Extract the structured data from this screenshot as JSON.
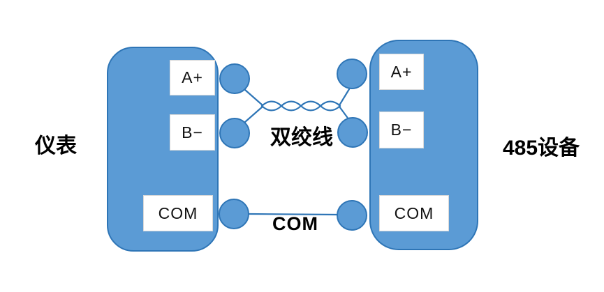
{
  "diagram": {
    "title_implicit": "RS-485 wiring diagram",
    "left_device": {
      "label": "仪表",
      "terminals": [
        {
          "label": "A+"
        },
        {
          "label": "B−"
        },
        {
          "label": "COM"
        }
      ]
    },
    "right_device": {
      "label": "485设备",
      "terminals": [
        {
          "label": "A+"
        },
        {
          "label": "B−"
        },
        {
          "label": "COM"
        }
      ]
    },
    "connections": {
      "twisted_pair_label": "双绞线",
      "com_line_label": "COM"
    },
    "colors": {
      "node_fill": "#5b9bd5",
      "node_stroke": "#2e75b6",
      "wire": "#2e75b6",
      "terminal_bg": "#ffffff",
      "text": "#000000"
    }
  }
}
